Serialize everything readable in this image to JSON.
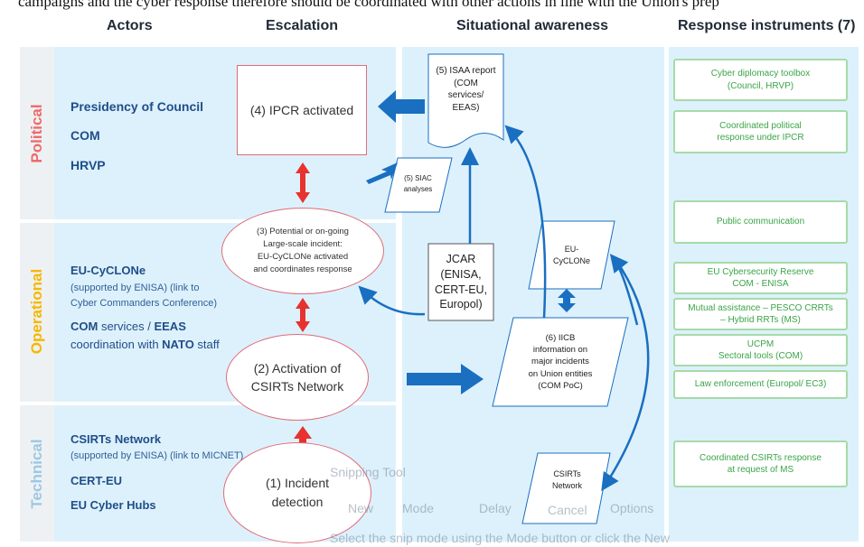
{
  "intro_text": "campaigns and the cyber response therefore should be coordinated with other actions in line with the Union's prep",
  "headers": {
    "actors": "Actors",
    "escalation": "Escalation",
    "situational": "Situational awareness",
    "instruments": "Response instruments (7)"
  },
  "levels": {
    "political": "Political",
    "operational": "Operational",
    "technical": "Technical"
  },
  "level_colors": {
    "political": "#f06a6a",
    "operational": "#f5b800",
    "technical": "#9cc8e6"
  },
  "actors": {
    "political": [
      "Presidency of Council",
      "COM",
      "HRVP"
    ],
    "operational": {
      "name": "EU-CyCLONe",
      "note1": "(supported by ENISA) (link to",
      "note2": "Cyber Commanders Conference)",
      "com": "COM",
      "services": " services / ",
      "eeas": "EEAS",
      "coord": "coordination with ",
      "nato": "NATO",
      "staff": " staff"
    },
    "technical": {
      "csirts": "CSIRTs Network",
      "note": "(supported by ENISA)  (link to MICNET)",
      "cert": "CERT-EU",
      "hubs": "EU Cyber Hubs"
    }
  },
  "escalation": {
    "ipcr": "(4) IPCR activated",
    "step3": [
      "(3) Potential or on-going",
      "Large-scale incident:",
      "EU-CyCLONe activated",
      "and coordinates response"
    ],
    "step2": [
      "(2) Activation of",
      "CSIRTs Network"
    ],
    "step1": [
      "(1) Incident",
      "detection"
    ]
  },
  "awareness": {
    "isaa": [
      "(5) ISAA report",
      "(COM",
      "services/",
      "EEAS)"
    ],
    "siac": [
      "(5) SIAC",
      "analyses"
    ],
    "jcar": [
      "JCAR",
      "(ENISA,",
      "CERT-EU,",
      "Europol)"
    ],
    "cyclone": [
      "EU-",
      "CyCLONe"
    ],
    "iicb": [
      "(6) IICB",
      "information on",
      "major incidents",
      "on Union entities",
      "(COM PoC)"
    ],
    "csirts": [
      "CSIRTs",
      "Network"
    ]
  },
  "instruments": [
    [
      "Cyber diplomacy toolbox",
      "(Council, HRVP)"
    ],
    [
      "Coordinated political",
      "response under IPCR"
    ],
    [
      "Public communication"
    ],
    [
      "EU Cybersecurity Reserve",
      "COM - ENISA"
    ],
    [
      "Mutual assistance – PESCO CRRTs",
      "– Hybrid RRTs (MS)"
    ],
    [
      "UCPM",
      "Sectoral tools (COM)"
    ],
    [
      "Law enforcement (Europol/ EC3)"
    ],
    [
      "Coordinated CSIRTs response",
      "at request of MS"
    ]
  ],
  "snipping_overlay": {
    "title": "Snipping Tool",
    "new": "New",
    "mode": "Mode",
    "delay": "Delay",
    "cancel": "Cancel",
    "options": "Options",
    "hint": "Select the snip mode using the Mode button or click the New"
  },
  "colors": {
    "panel": "#ddf1fc",
    "arrow_blue": "#1a6fc0",
    "arrow_red": "#e8322f",
    "instrument_border": "#a6dba8",
    "instrument_text": "#3aa548"
  }
}
